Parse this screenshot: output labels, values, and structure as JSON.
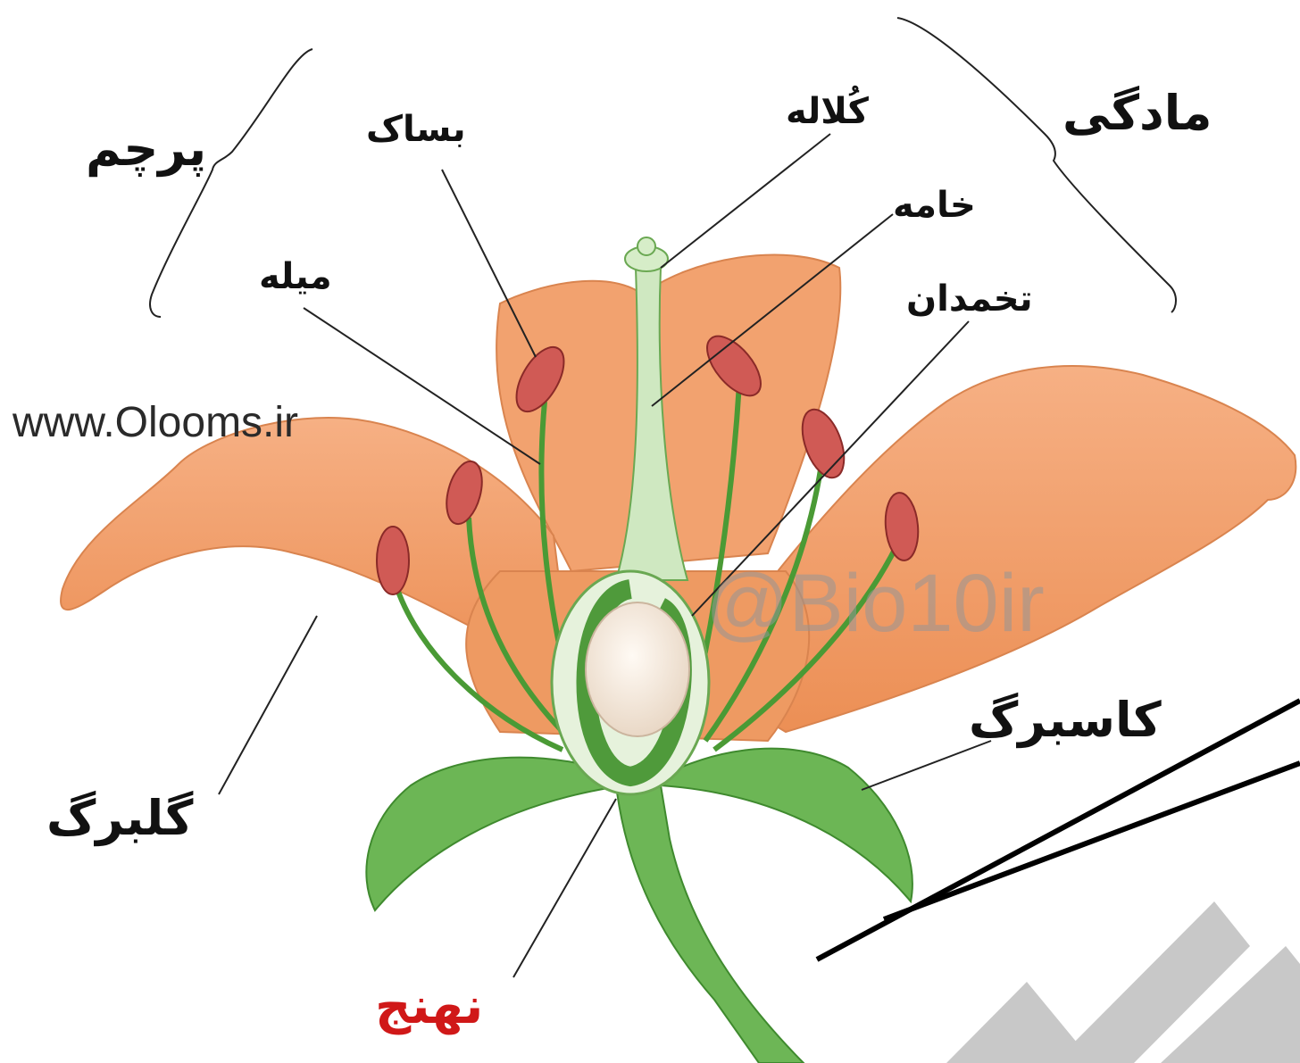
{
  "labels": {
    "stamen": "پرچم",
    "pistil": "مادگی",
    "anther": "بساک",
    "stigma": "کُلاله",
    "style": "خامه",
    "filament": "میله",
    "ovary": "تخمدان",
    "sepal": "کاسبرگ",
    "petal": "گلبرگ",
    "receptacle": "نهنج"
  },
  "watermarks": {
    "site": "www.Oloo‍ms.ir",
    "handle": "@Bio10ir"
  },
  "colors": {
    "petal": "#f3a06e",
    "petal_dark": "#e07f45",
    "green": "#5fae4a",
    "green_dark": "#3f8a2e",
    "anther": "#d05a55",
    "ovary_wall": "#e6f2dc",
    "ovule": "#f5ece2",
    "receptacle_label": "#d01818"
  }
}
